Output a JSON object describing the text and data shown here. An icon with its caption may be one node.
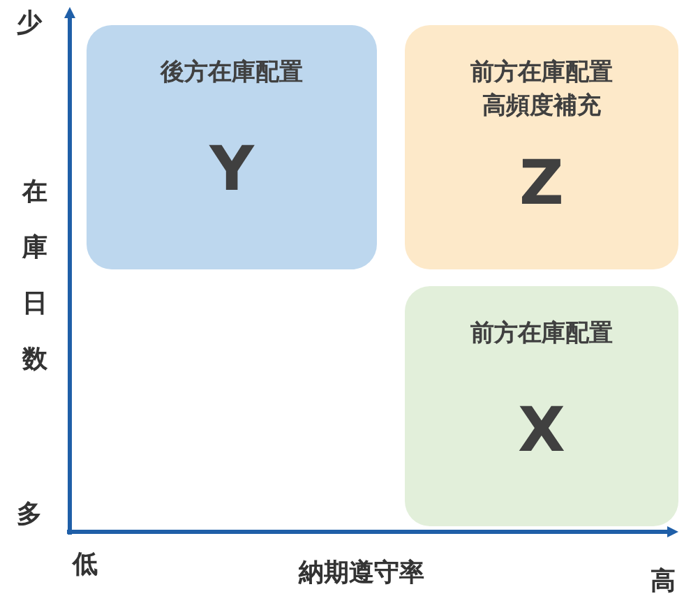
{
  "diagram": {
    "nodes": [
      {
        "text": [
          "後方在庫配置",
          "Y"
        ]
      },
      {
        "text": [
          "前方在庫配置高頻度補充",
          "Z"
        ]
      },
      {
        "text": [
          "前方在庫配置",
          "X"
        ]
      }
    ],
    "labels": [
      "少",
      "在庫日数",
      "多",
      "低",
      "納期遵守率",
      "高"
    ]
  }
}
